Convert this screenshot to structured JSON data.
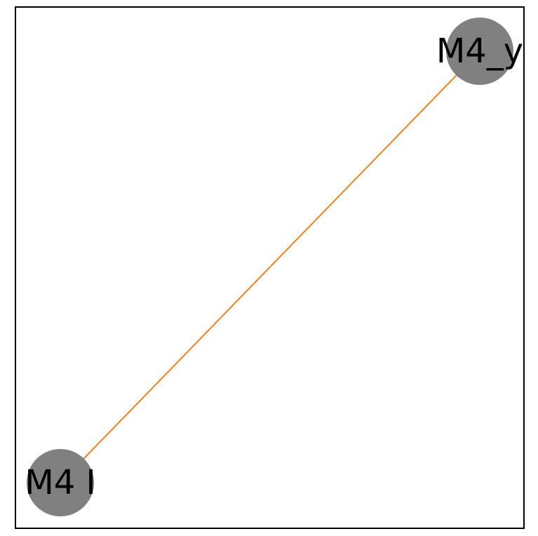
{
  "graph": {
    "nodes": [
      {
        "id": "top",
        "label": "M4_y"
      },
      {
        "id": "bottom",
        "label": "M4 I"
      }
    ],
    "edges": [
      {
        "from": "bottom",
        "to": "top"
      }
    ],
    "node_color": "#808080",
    "edge_color": "#f08020",
    "border_color": "#000000",
    "label_color": "#000000"
  }
}
